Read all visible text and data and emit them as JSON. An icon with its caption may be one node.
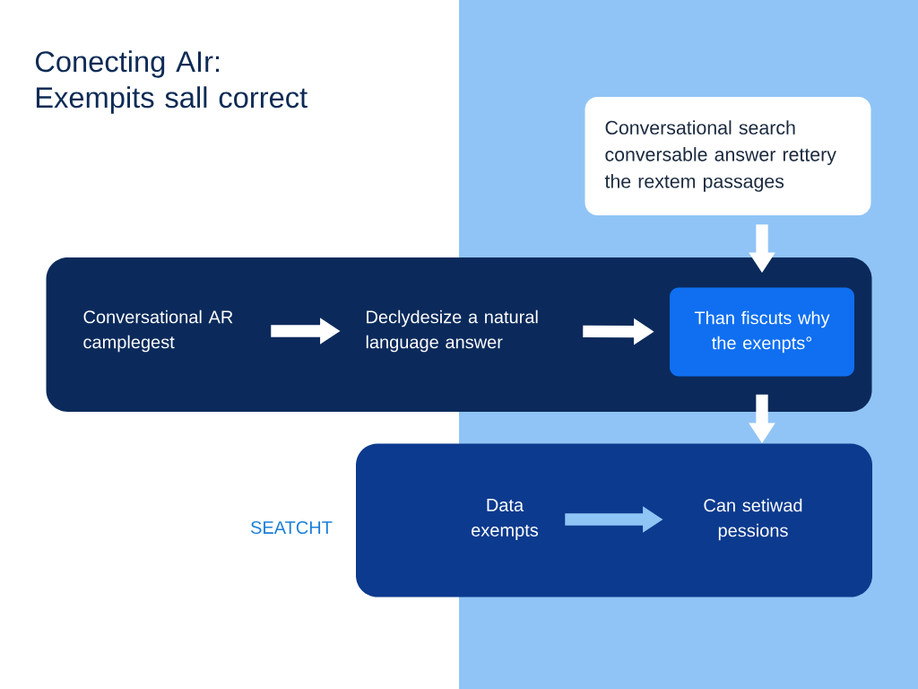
{
  "diagram": {
    "title": "Conecting AIr: Exempits sall correct",
    "nodes": [
      {
        "text": [
          "Conversational search conversable answer rettery the rextem passages"
        ]
      },
      {
        "text": [],
        "shape": "box"
      },
      {
        "text": [
          "Conversational AR camplegest"
        ],
        "in": 1
      },
      {
        "text": [
          "Declydesize a natural language answer"
        ],
        "in": 1
      },
      {
        "text": [
          "Than fiscuts why the exenpts°"
        ],
        "in": 1
      },
      {
        "text": [],
        "shape": "box"
      },
      {
        "text": [
          "Data exempts"
        ],
        "in": 5
      },
      {
        "text": [
          "Can setiwad pessions"
        ],
        "in": 5
      }
    ],
    "edges": [
      {
        "from": 0,
        "to": 4,
        "arrow": "to"
      },
      {
        "from": 2,
        "to": 3,
        "arrow": "to"
      },
      {
        "from": 3,
        "to": 4,
        "arrow": "to"
      },
      {
        "from": 4,
        "to": 5,
        "arrow": "to"
      },
      {
        "from": 6,
        "to": 7,
        "arrow": "to",
        "color": "#8ec5f5"
      }
    ],
    "labels": [
      "SEATCHT"
    ]
  }
}
